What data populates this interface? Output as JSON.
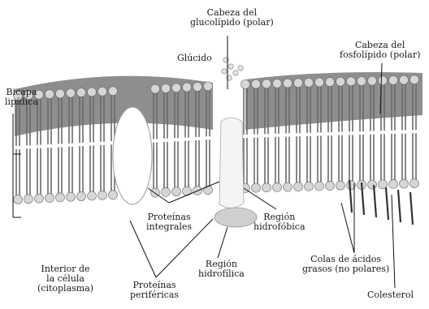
{
  "labels": {
    "glycolipid_head": [
      "Cabeza del",
      "glucolípido (polar)"
    ],
    "carbohydrate": "Glúcido",
    "phospholipid_head": [
      "Cabeza del",
      "fosfolípido (polar)"
    ],
    "lipid_bilayer": [
      "Bicapa",
      "lipídica"
    ],
    "integral_proteins": [
      "Proteínas",
      "integrales"
    ],
    "hydrophobic_region": [
      "Región",
      "hidrofóbica"
    ],
    "cell_interior": [
      "Interior de",
      "la célula",
      "(citoplasma)"
    ],
    "peripheral_proteins": [
      "Proteínas",
      "periféricas"
    ],
    "hydrophilic_region": [
      "Región",
      "hidrofílica"
    ],
    "fatty_acid_tails": [
      "Colas de ácidos",
      "grasos (no polares)"
    ],
    "cholesterol": "Colesterol"
  },
  "colors": {
    "head": "#d6d6d6",
    "head_stroke": "#6a6a6a",
    "tail": "#6a6a6a",
    "band": "#8e8e8e",
    "protein": "#ffffff",
    "protein_stroke": "#9a9a9a",
    "leader": "#111111"
  }
}
